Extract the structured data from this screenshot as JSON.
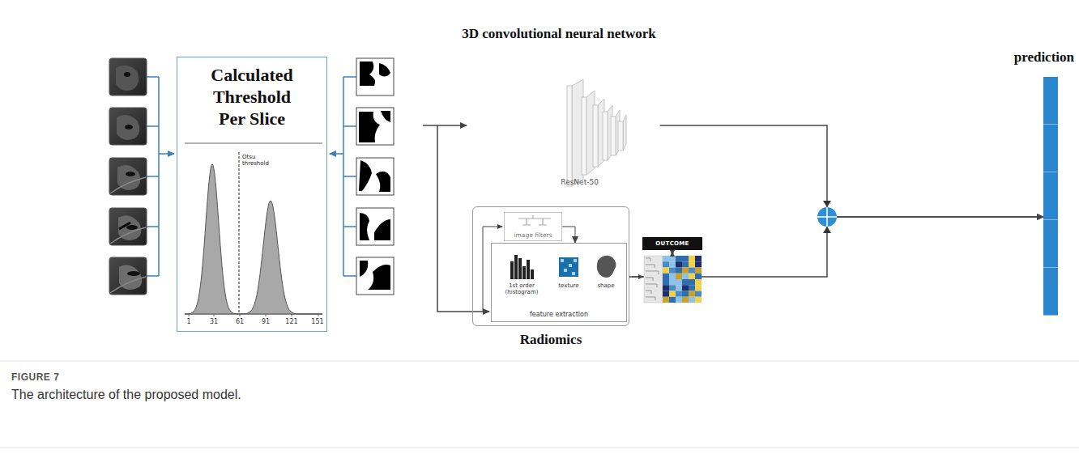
{
  "diagram": {
    "caption": "The architecture of the proposed model.",
    "nodes": [
      {
        "text": [
          "Calculated Threshold Per Slice"
        ]
      },
      {
        "text": [
          "3D convolutional neural network",
          "ResNet-50"
        ]
      },
      {
        "text": [
          "Radiomics"
        ]
      },
      {
        "text": [
          "image filters"
        ],
        "in": 2
      },
      {
        "text": [
          "feature extraction"
        ],
        "in": 2
      },
      {
        "text": [
          "OUTCOME"
        ]
      },
      {
        "text": [
          "prediction"
        ]
      }
    ],
    "edges": [
      {
        "from": 3,
        "to": 4,
        "arrow": "to"
      },
      {
        "from": 1,
        "to": 6,
        "arrow": "to"
      },
      {
        "from": 2,
        "to": 6,
        "arrow": "to"
      }
    ],
    "labels": [
      "Otsu threshold",
      "1",
      "31",
      "61",
      "91",
      "121",
      "151",
      "1st order (histogram)",
      "texture",
      "shape",
      "FIGURE 7"
    ]
  }
}
